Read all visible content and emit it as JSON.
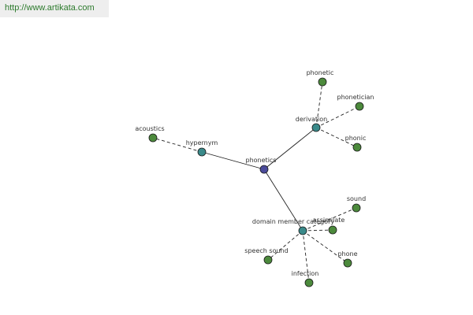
{
  "banner": {
    "url_text": "http://www.artikata.com"
  },
  "colors": {
    "center": "#4a4a9a",
    "relation": "#3a8a8a",
    "leaf": "#4c8a3c",
    "edge": "#222222",
    "dashed_edge": "#222222"
  },
  "graph": {
    "center": {
      "label": "phonetics"
    },
    "relations": [
      {
        "label": "hypernym",
        "leaves": [
          "acoustics"
        ]
      },
      {
        "label": "derivation",
        "leaves": [
          "phonetic",
          "phonetician",
          "phonic"
        ]
      },
      {
        "label": "domain member category",
        "leaves": [
          "sound",
          "assimilate",
          "phone",
          "infection",
          "speech sound"
        ]
      }
    ]
  }
}
